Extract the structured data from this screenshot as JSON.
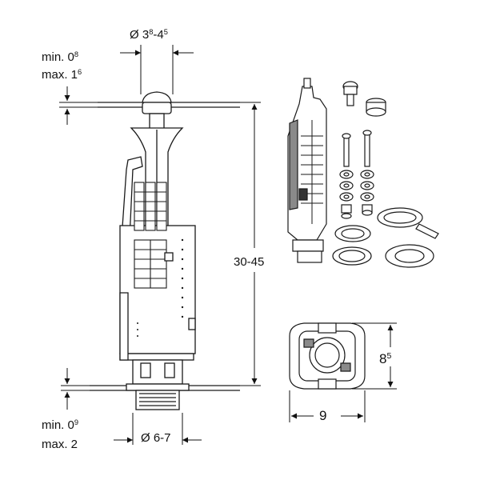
{
  "dimensions": {
    "top_diameter": {
      "prefix": "Ø 3",
      "sup1": "8",
      "mid": "-4",
      "sup2": "5"
    },
    "min_top": {
      "text": "min. 0",
      "sup": "8"
    },
    "max_top": {
      "text": "max. 1",
      "sup": "6"
    },
    "height": "30-45",
    "min_bottom": {
      "text": "min. 0",
      "sup": "9"
    },
    "max_bottom": "max. 2",
    "bottom_diameter": "Ø 6-7",
    "top_view_height": {
      "text": "8",
      "sup": "5"
    },
    "top_view_width": "9"
  },
  "colors": {
    "line": "#1a1a1a",
    "fill": "#ffffff",
    "shade": "#8a8a8a",
    "dark": "#333333"
  }
}
